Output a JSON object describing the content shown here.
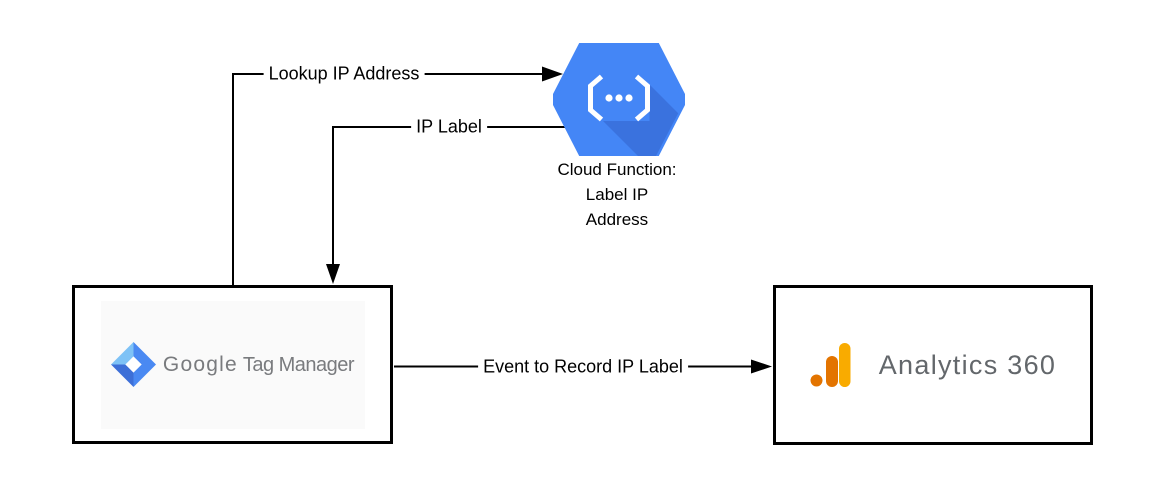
{
  "lines": {
    "color": "#000000"
  },
  "edges": {
    "lookup": {
      "label": "Lookup IP Address"
    },
    "ip_label": {
      "label": "IP Label"
    },
    "event": {
      "label": "Event to Record IP Label"
    }
  },
  "cloud_function": {
    "caption_line1": "Cloud Function:",
    "caption_line2": "Label IP",
    "caption_line3": "Address",
    "caption_color": "#000000",
    "hex_fill": "#4486F6",
    "hex_shadow": "#3A72DE",
    "glyph_color": "#FFFFFF"
  },
  "gtm": {
    "text_google": "Google",
    "text_rest": "Tag Manager",
    "text_color": "#797B7E",
    "panel_bg": "#FAFAFA",
    "diamond_light": "#7EC2F6",
    "diamond_blue": "#4A89F2",
    "diamond_dark": "#3D6FD7",
    "diamond_center": "#FFFFFF"
  },
  "analytics": {
    "label": "Analytics 360",
    "text_color": "#63676B",
    "bar_amber": "#F9AB00",
    "bar_orange": "#E37400"
  }
}
